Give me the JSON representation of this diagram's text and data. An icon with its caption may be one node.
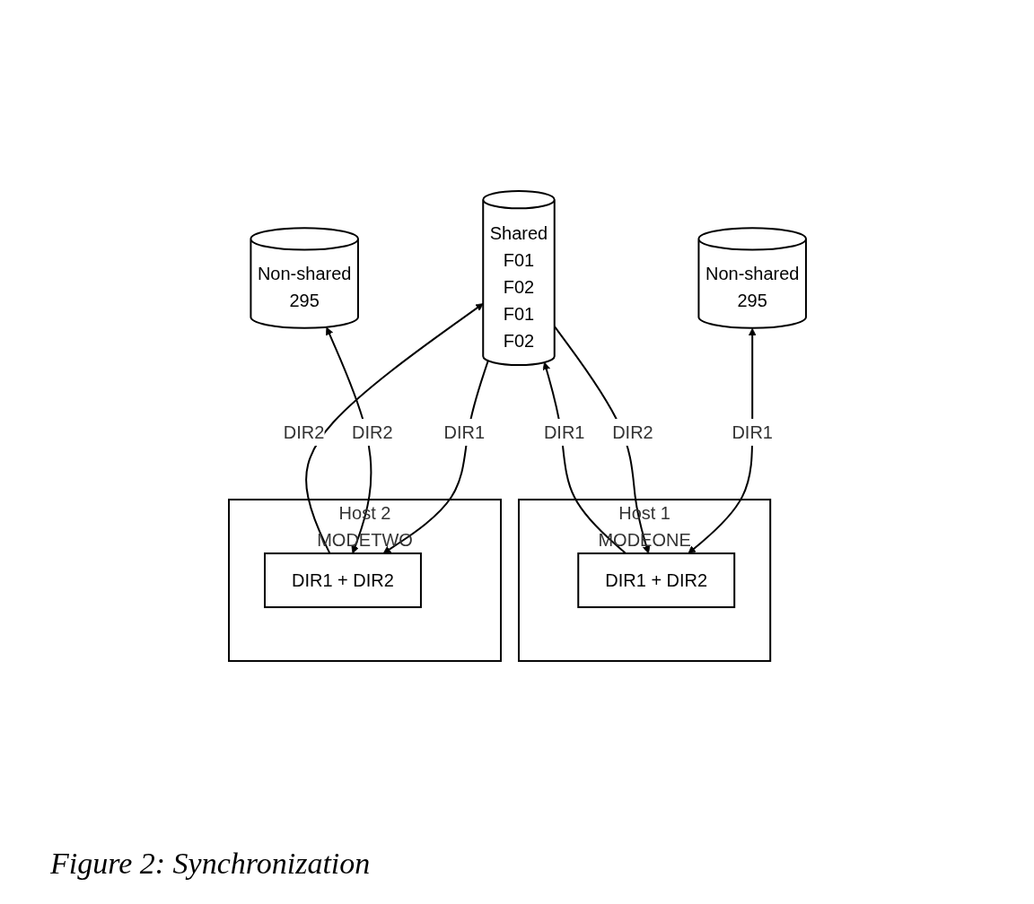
{
  "diagram": {
    "caption": "Figure 2: Synchronization",
    "nodes": [
      {
        "text": [
          "Non-shared",
          "295"
        ]
      },
      {
        "text": [
          "Shared",
          "F01",
          "F02",
          "F01",
          "F02"
        ]
      },
      {
        "text": [
          "Non-shared",
          "295"
        ]
      },
      {
        "text": [
          "Host 1"
        ],
        "beside": [
          "MODEONE"
        ]
      },
      {
        "text": [
          "DIR1 + DIR2"
        ],
        "in": 3
      },
      {
        "text": [
          "Host 2"
        ],
        "beside": [
          "MODETWO"
        ]
      },
      {
        "text": [
          "DIR1 + DIR2"
        ],
        "in": 5
      }
    ],
    "edges": [
      {
        "from": 0,
        "to": 4,
        "arrow": "both",
        "label": "DIR1"
      },
      {
        "from": 4,
        "to": 1,
        "arrow": "to",
        "label": "DIR1"
      },
      {
        "from": 1,
        "to": 4,
        "arrow": "to",
        "label": "DIR2"
      },
      {
        "from": 6,
        "to": 1,
        "arrow": "to",
        "label": "DIR2"
      },
      {
        "from": 1,
        "to": 6,
        "arrow": "to",
        "label": "DIR1"
      },
      {
        "from": 2,
        "to": 6,
        "arrow": "both",
        "label": "DIR2"
      }
    ]
  }
}
